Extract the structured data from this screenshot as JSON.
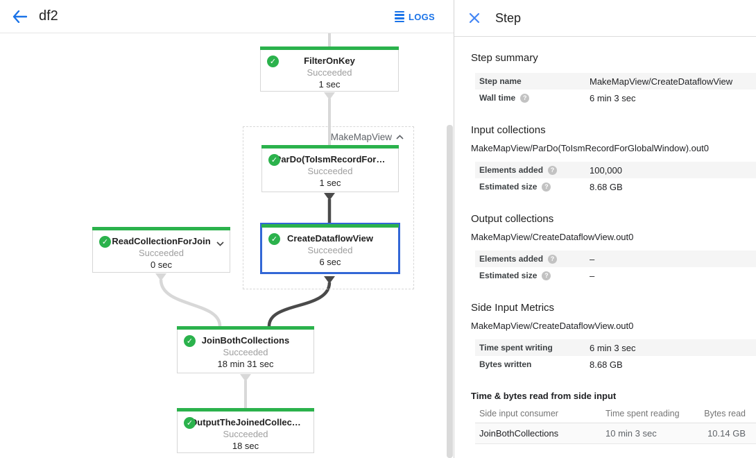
{
  "toolbar": {
    "title": "df2",
    "logs_label": "LOGS"
  },
  "colors": {
    "accent_blue": "#1a73e8",
    "success_green": "#2bb24c",
    "selected_border": "#3367d6"
  },
  "graph": {
    "group_label": "MakeMapView",
    "nodes": [
      {
        "title": "FilterOnKey",
        "status": "Succeeded",
        "time": "1 sec"
      },
      {
        "title": "ParDo(ToIsmRecordFor…",
        "status": "Succeeded",
        "time": "1 sec"
      },
      {
        "title": "CreateDataflowView",
        "status": "Succeeded",
        "time": "6 sec"
      },
      {
        "title": "ReadCollectionForJoin",
        "status": "Succeeded",
        "time": "0 sec"
      },
      {
        "title": "JoinBothCollections",
        "status": "Succeeded",
        "time": "18 min 31 sec"
      },
      {
        "title": "OutputTheJoinedCollec…",
        "status": "Succeeded",
        "time": "18 sec"
      }
    ]
  },
  "panel": {
    "title": "Step",
    "step_summary": {
      "heading": "Step summary",
      "rows": [
        {
          "label": "Step name",
          "value": "MakeMapView/CreateDataflowView"
        },
        {
          "label": "Wall time",
          "value": "6 min 3 sec"
        }
      ]
    },
    "input_collections": {
      "heading": "Input collections",
      "collection": "MakeMapView/ParDo(ToIsmRecordForGlobalWindow).out0",
      "rows": [
        {
          "label": "Elements added",
          "value": "100,000"
        },
        {
          "label": "Estimated size",
          "value": "8.68 GB"
        }
      ]
    },
    "output_collections": {
      "heading": "Output collections",
      "collection": "MakeMapView/CreateDataflowView.out0",
      "rows": [
        {
          "label": "Elements added",
          "value": "–"
        },
        {
          "label": "Estimated size",
          "value": "–"
        }
      ]
    },
    "side_input_metrics": {
      "heading": "Side Input Metrics",
      "collection": "MakeMapView/CreateDataflowView.out0",
      "rows": [
        {
          "label": "Time spent writing",
          "value": "6 min 3 sec"
        },
        {
          "label": "Bytes written",
          "value": "8.68 GB"
        }
      ]
    },
    "side_input_table": {
      "heading": "Time & bytes read from side input",
      "columns": [
        "Side input consumer",
        "Time spent reading",
        "Bytes read"
      ],
      "rows": [
        [
          "JoinBothCollections",
          "10 min 3 sec",
          "10.14 GB"
        ]
      ]
    }
  }
}
